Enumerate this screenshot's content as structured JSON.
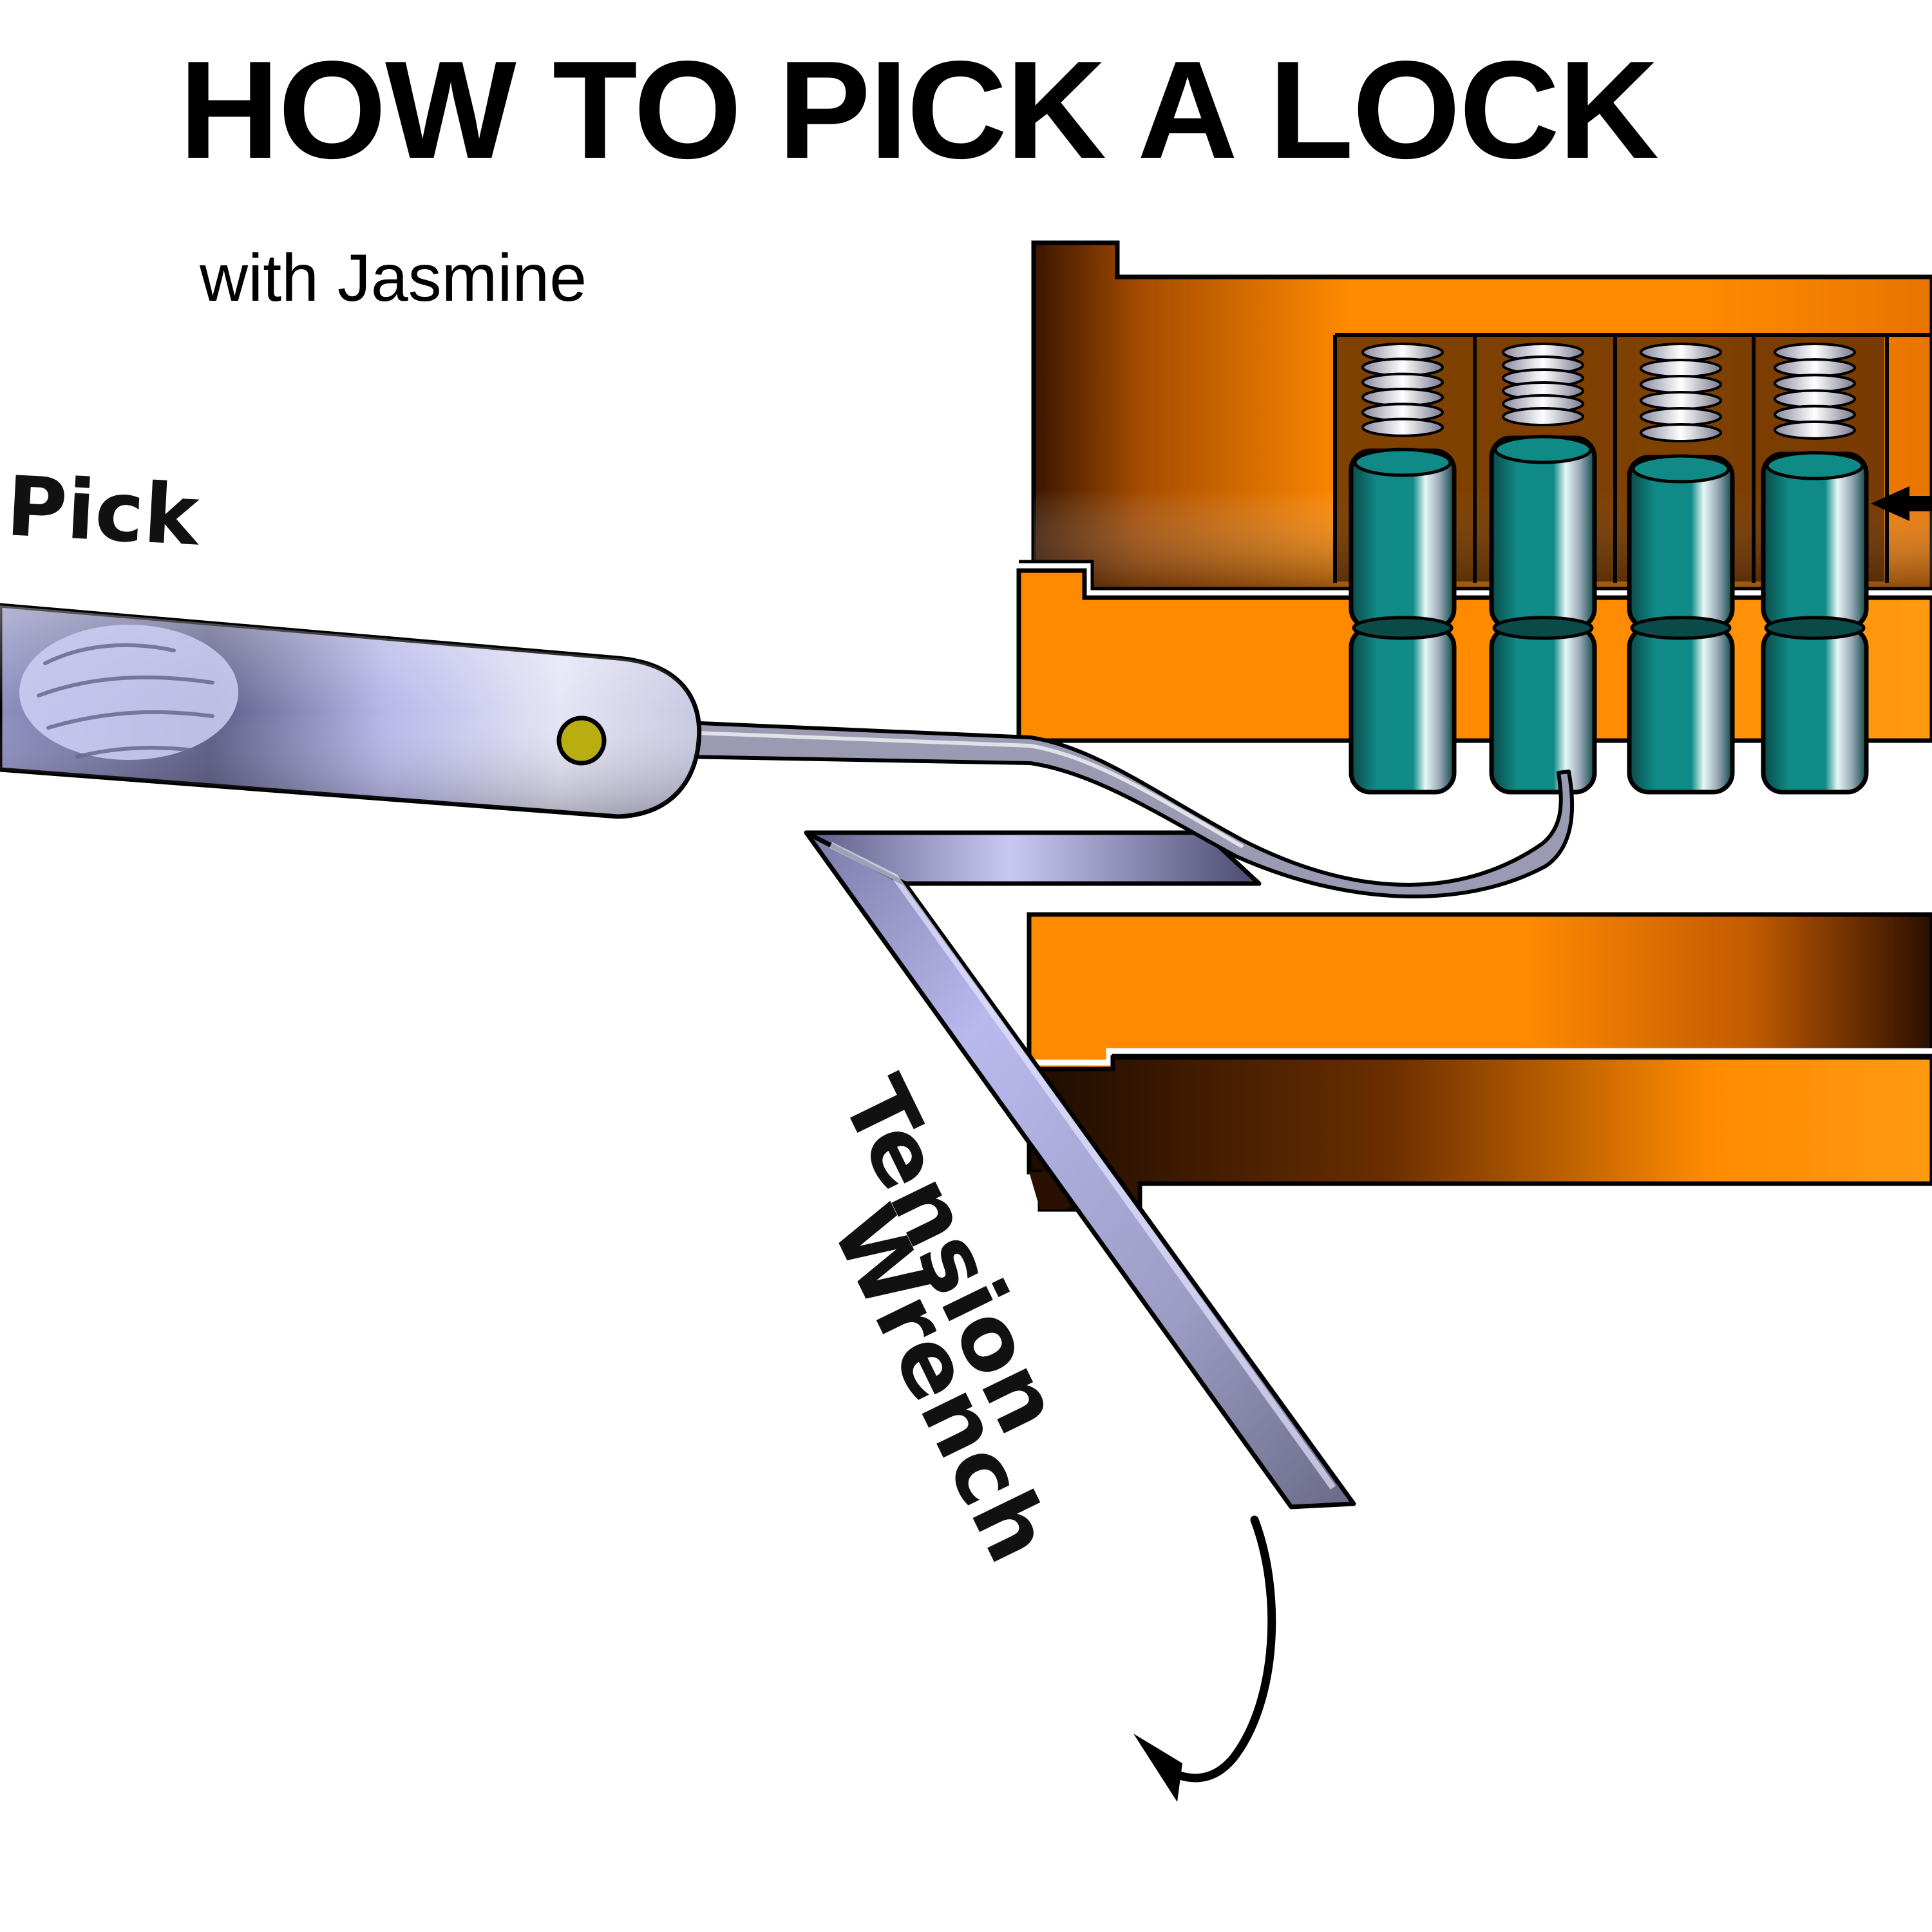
{
  "header": {
    "title": "HOW TO PICK A LOCK",
    "subtitle": "with Jasmine"
  },
  "diagram": {
    "labels": {
      "pick": "Pick",
      "tension_wrench_line1": "Tension",
      "tension_wrench_line2": "Wrench"
    },
    "pin_stack_count": 4,
    "colors": {
      "lock_body": "#ff8a00",
      "lock_shadow": "#3a1600",
      "pins": "#0f8a86",
      "tools_metal": "#a7a7d8",
      "pick_pivot": "#b9ad12",
      "outline": "#000000"
    }
  }
}
